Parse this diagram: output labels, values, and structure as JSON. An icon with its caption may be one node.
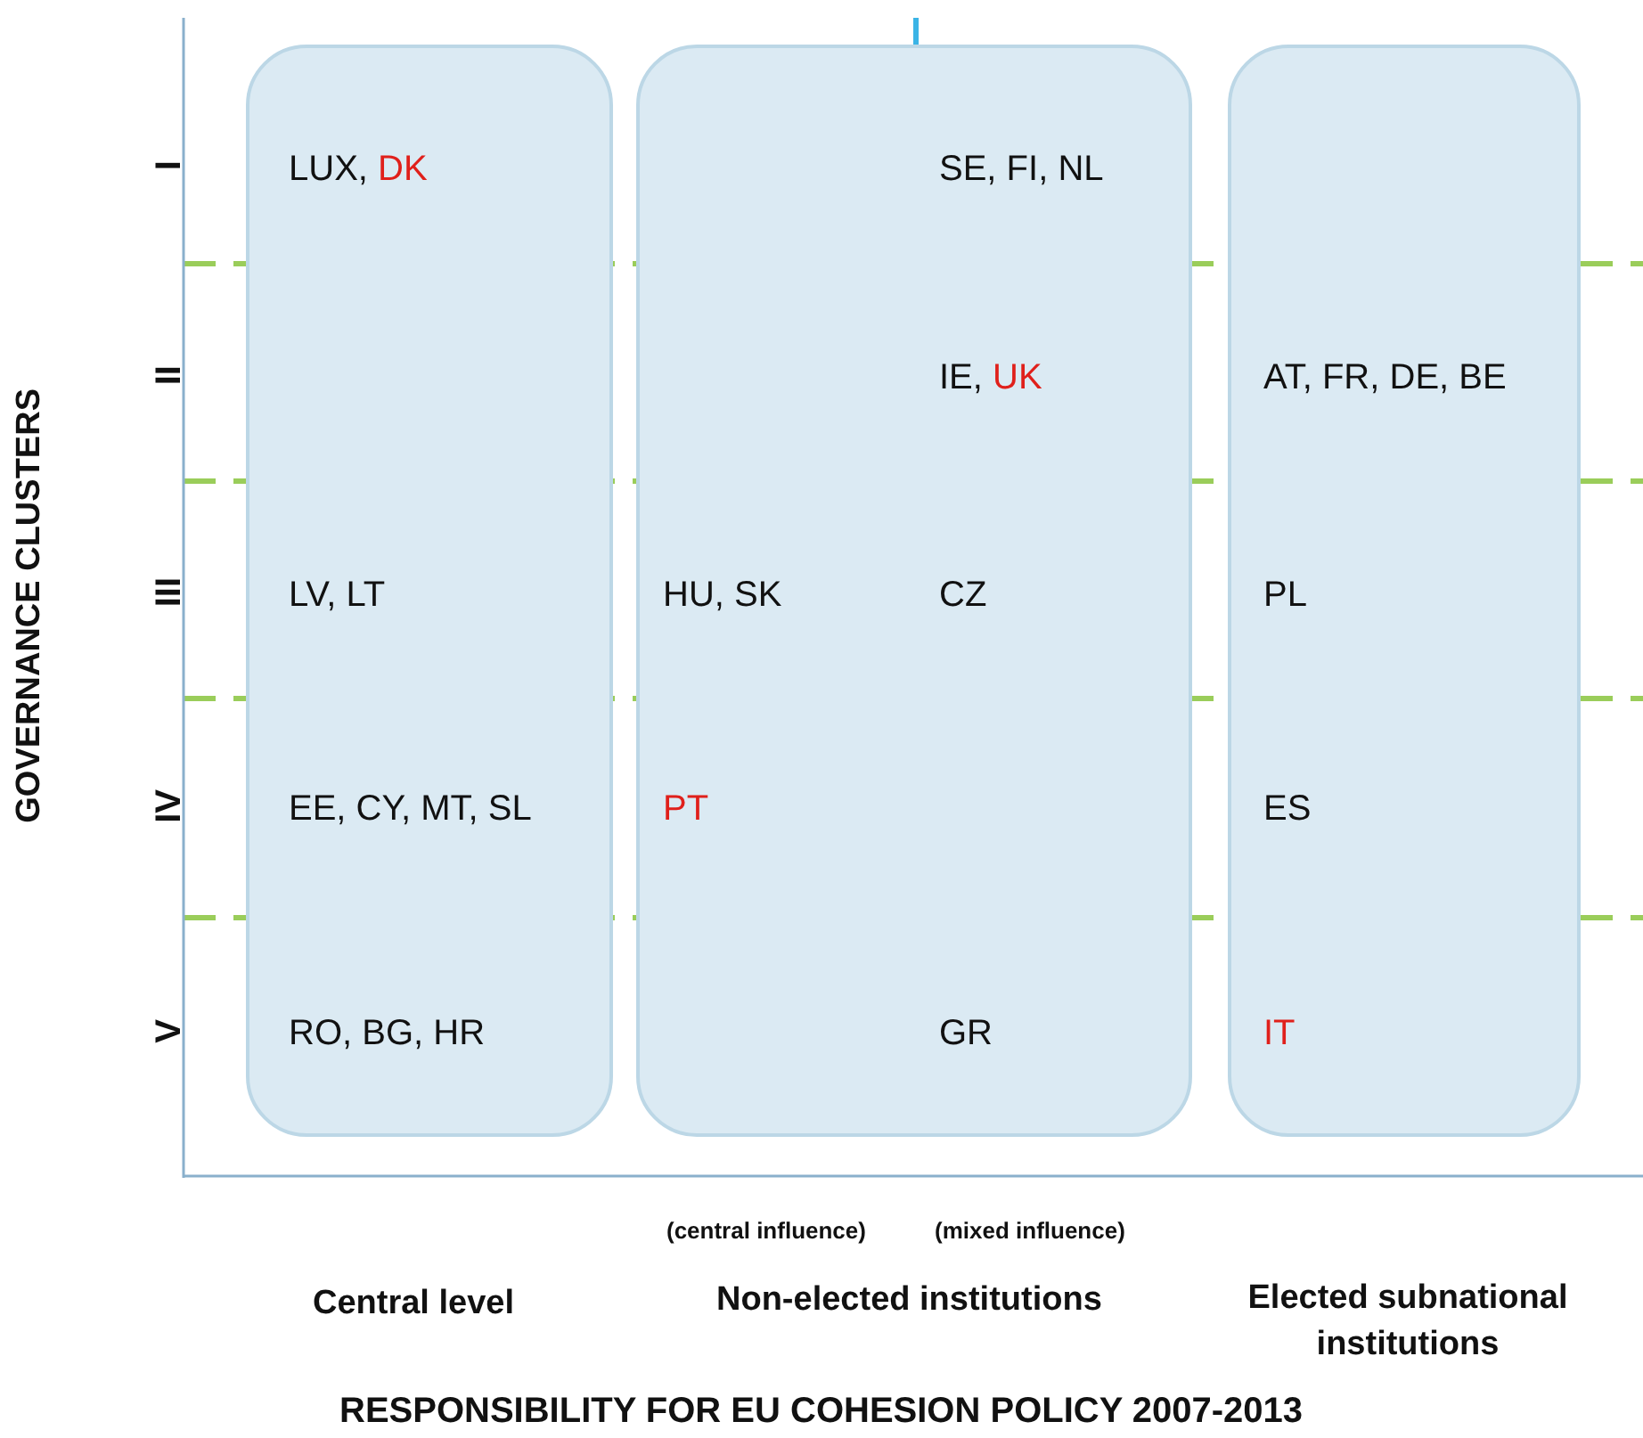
{
  "diagram": {
    "nodes": [
      {
        "text": [
          "LUX, DK",
          "LV, LT",
          "EE, CY, MT, SL",
          "RO, BG, HR"
        ]
      },
      {
        "text": [
          "SE, FI, NL",
          "IE, UK",
          "HU, SK",
          "CZ",
          "PT",
          "GR"
        ]
      },
      {
        "text": [
          "AT, FR, DE, BE",
          "PL",
          "ES",
          "IT"
        ]
      }
    ],
    "labels": [
      "GOVERNANCE CLUSTERS",
      "I",
      "II",
      "III",
      "IV",
      "V",
      "(central influence)",
      "(mixed influence)",
      "Central level",
      "Non-elected institutions",
      "Elected subnational institutions",
      "RESPONSIBILITY FOR EU COHESION POLICY 2007-2013"
    ]
  }
}
